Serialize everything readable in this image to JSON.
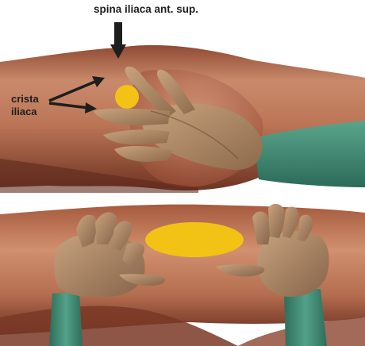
{
  "labels": {
    "spina": "spina iliaca ant. sup.",
    "crista_line1": "crista",
    "crista_line2": "iliaca"
  },
  "colors": {
    "skin": "#c07a5a",
    "skin_dark": "#7a3c2a",
    "hand_skin": "#b08a66",
    "hand_shadow": "#6e5238",
    "sleeve": "#3f8a73",
    "marker": "#f2c315",
    "arrow": "#1e1e1e"
  }
}
